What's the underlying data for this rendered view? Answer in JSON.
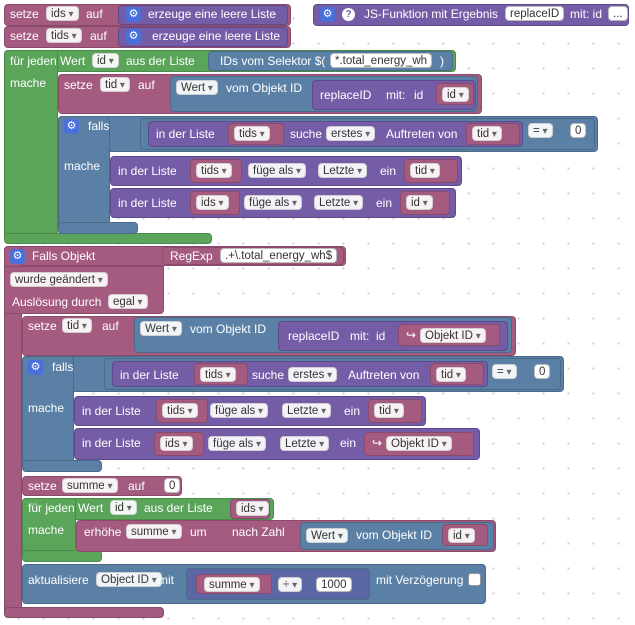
{
  "blocks": {
    "set_ids": {
      "prefix": "setze",
      "var": "ids",
      "op": "auf",
      "value": "erzeuge eine leere Liste"
    },
    "set_tids": {
      "prefix": "setze",
      "var": "tids",
      "op": "auf",
      "value": "erzeuge eine leere Liste"
    },
    "js_func": {
      "label": "JS-Funktion mit Ergebnis",
      "name": "replaceID",
      "param_label": "mit: id",
      "more": "..."
    },
    "foreach1": {
      "label": "für jeden Wert",
      "var": "id",
      "in": "aus der Liste",
      "selector_label": "IDs vom Selektor $(",
      "selector": "*.total_energy_wh",
      "close": ")",
      "do": "mache"
    },
    "set_tid1": {
      "prefix": "setze",
      "var": "tid",
      "op": "auf",
      "prop": "Wert",
      "from": "vom Objekt ID",
      "func": "replaceID",
      "mit": "mit:",
      "id": "id",
      "arg": "id"
    },
    "if1": {
      "label": "falls",
      "do": "mache",
      "inlist": "in der Liste",
      "list": "tids",
      "search": "suche",
      "mode": "erstes",
      "occ": "Auftreten von",
      "arg": "tid",
      "cmp": "=",
      "num": "0"
    },
    "add1": {
      "inlist": "in der Liste",
      "list": "tids",
      "action": "füge als",
      "pos": "Letzte",
      "in": "ein",
      "arg": "tid"
    },
    "add2": {
      "inlist": "in der Liste",
      "list": "ids",
      "action": "füge als",
      "pos": "Letzte",
      "in": "ein",
      "arg": "id"
    },
    "trigger": {
      "label": "Falls Objekt",
      "regexp": "RegExp",
      "pattern": ".+\\.total_energy_wh$",
      "changed": "wurde geändert",
      "by_label": "Auslösung durch",
      "by": "egal"
    },
    "set_tid2": {
      "prefix": "setze",
      "var": "tid",
      "op": "auf",
      "prop": "Wert",
      "from": "vom Objekt ID",
      "func": "replaceID",
      "mit": "mit:",
      "id": "id",
      "arg": "Objekt ID"
    },
    "if2": {
      "label": "falls",
      "do": "mache",
      "inlist": "in der Liste",
      "list": "tids",
      "search": "suche",
      "mode": "erstes",
      "occ": "Auftreten von",
      "arg": "tid",
      "cmp": "=",
      "num": "0"
    },
    "add3": {
      "inlist": "in der Liste",
      "list": "tids",
      "action": "füge als",
      "pos": "Letzte",
      "in": "ein",
      "arg": "tid"
    },
    "add4": {
      "inlist": "in der Liste",
      "list": "ids",
      "action": "füge als",
      "pos": "Letzte",
      "in": "ein",
      "arg": "Objekt ID"
    },
    "set_sum": {
      "prefix": "setze",
      "var": "summe",
      "op": "auf",
      "value": "0"
    },
    "foreach2": {
      "label": "für jeden Wert",
      "var": "id",
      "in": "aus der Liste",
      "list": "ids",
      "do": "mache"
    },
    "incr": {
      "label": "erhöhe",
      "var": "summe",
      "op": "um",
      "num": "nach Zahl",
      "prop": "Wert",
      "from": "vom Objekt ID",
      "arg": "id"
    },
    "update": {
      "label": "aktualisiere",
      "target": "Object ID",
      "with": "mit",
      "var": "summe",
      "op": "÷",
      "num": "1000",
      "delay": "mit Verzögerung"
    }
  },
  "icons": {
    "gear": "⚙",
    "question": "?",
    "arrow": "↪"
  },
  "colors": {
    "variables": "#a55b80",
    "lists": "#745ca6",
    "logic": "#5b80a5",
    "loops": "#5ba55b",
    "functions": "#5b67a5"
  }
}
